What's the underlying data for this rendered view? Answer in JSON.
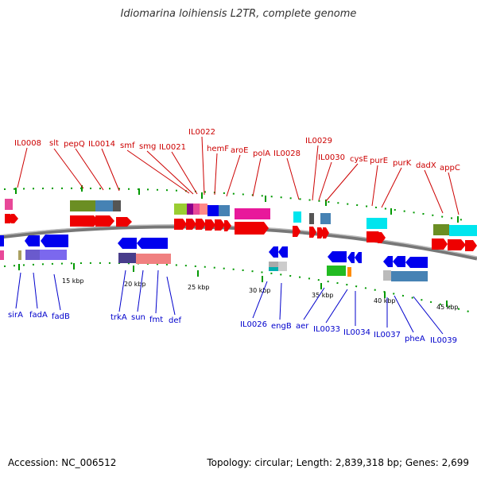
{
  "title": "Idiomarina loihiensis L2TR, complete genome",
  "footer": {
    "accession": "Accession: NC_006512",
    "summary": "Topology: circular; Length: 2,839,318 bp; Genes: 2,699"
  },
  "colors": {
    "top_label": "#cc0000",
    "bottom_label": "#0000cc",
    "backbone": "#888888",
    "tick": "#009900"
  },
  "scale_ticks": [
    "15 kbp",
    "20 kbp",
    "25 kbp",
    "30 kbp",
    "35 kbp",
    "40 kbp",
    "45 kbp"
  ],
  "top_genes": [
    "IL0008",
    "slt",
    "pepQ",
    "IL0014",
    "smf",
    "smg",
    "IL0021",
    "IL0022",
    "hemF",
    "aroE",
    "polA",
    "IL0028",
    "IL0029",
    "IL0030",
    "cysE",
    "purE",
    "purK",
    "dadX",
    "appC"
  ],
  "bottom_genes": [
    "sirA",
    "fadA",
    "fadB",
    "trkA",
    "sun",
    "fmt",
    "def",
    "IL0026",
    "engB",
    "aer",
    "IL0033",
    "IL0034",
    "IL0037",
    "pheA",
    "IL0039"
  ]
}
